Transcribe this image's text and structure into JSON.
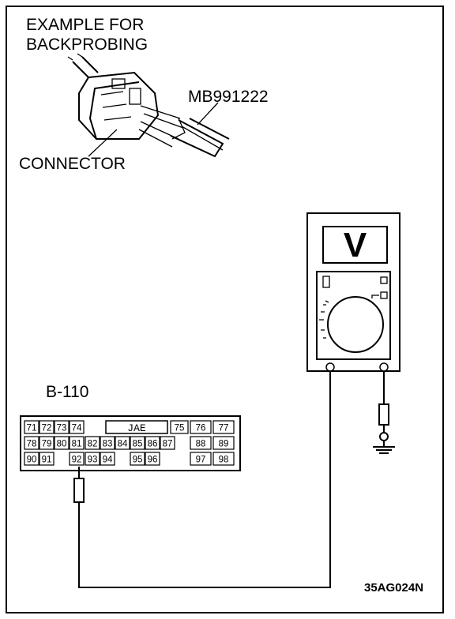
{
  "labels": {
    "example_line1": "EXAMPLE FOR",
    "example_line2": "BACKPROBING",
    "tool": "MB991222",
    "connector": "CONNECTOR",
    "connector_id": "B-110",
    "connector_maker": "JAE",
    "figure_code": "35AG024N"
  },
  "meter": {
    "display": "V"
  },
  "connector_pins": {
    "row1": [
      "71",
      "72",
      "73",
      "74",
      "75",
      "76",
      "77"
    ],
    "row2": [
      "78",
      "79",
      "80",
      "81",
      "82",
      "83",
      "84",
      "85",
      "86",
      "87",
      "88",
      "89"
    ],
    "row3": [
      "90",
      "91",
      "92",
      "93",
      "94",
      "95",
      "96",
      "97",
      "98"
    ]
  },
  "probed_pin": "92"
}
